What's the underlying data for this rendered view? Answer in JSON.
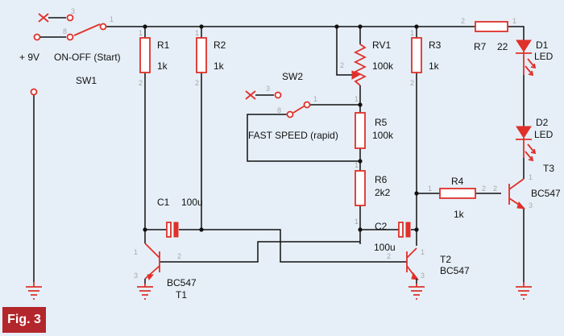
{
  "figure_label": "Fig. 3",
  "power": {
    "supply_label": "+ 9V"
  },
  "switches": {
    "sw1": {
      "ref": "SW1",
      "name": "ON-OFF (Start)"
    },
    "sw2": {
      "ref": "SW2",
      "name": "FAST SPEED (rapid)"
    }
  },
  "resistors": {
    "r1": {
      "ref": "R1",
      "value": "1k"
    },
    "r2": {
      "ref": "R2",
      "value": "1k"
    },
    "r3": {
      "ref": "R3",
      "value": "1k"
    },
    "r4": {
      "ref": "R4",
      "value": "1k"
    },
    "r5": {
      "ref": "R5",
      "value": "100k"
    },
    "r6": {
      "ref": "R6",
      "value": "2k2"
    },
    "r7": {
      "ref": "R7",
      "value": "22"
    },
    "rv1": {
      "ref": "RV1",
      "value": "100k"
    }
  },
  "capacitors": {
    "c1": {
      "ref": "C1",
      "value": "100u"
    },
    "c2": {
      "ref": "C2",
      "value": "100u"
    }
  },
  "diodes": {
    "d1": {
      "ref": "D1",
      "value": "LED"
    },
    "d2": {
      "ref": "D2",
      "value": "LED"
    }
  },
  "transistors": {
    "t1": {
      "ref": "T1",
      "model": "BC547"
    },
    "t2": {
      "ref": "T2",
      "model": "BC547"
    },
    "t3": {
      "ref": "T3",
      "model": "BC547"
    }
  },
  "pins": {
    "p1": "1",
    "p2": "2",
    "p3": "3",
    "p8": "8"
  },
  "colors": {
    "background": "#e6eff7",
    "component": "#e0302a",
    "wire": "#111111",
    "badge": "#b3262b"
  }
}
